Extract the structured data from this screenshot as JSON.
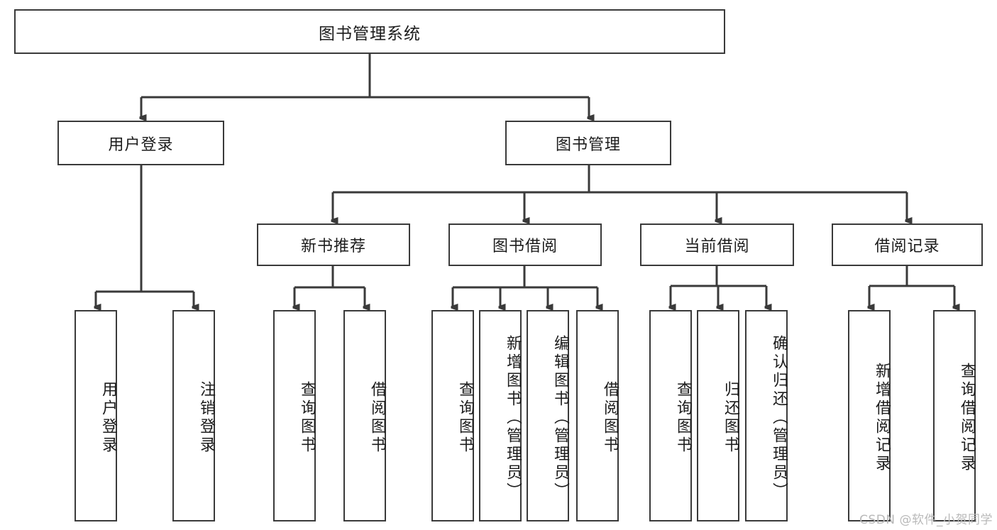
{
  "diagram": {
    "type": "tree",
    "title": "图书管理系统",
    "orientation": "top-down",
    "stroke_color": "#3a3a3a",
    "fill_color": "#ffffff",
    "text_color": "#1c1c1c"
  },
  "root": {
    "label": "图书管理系统"
  },
  "level2": [
    {
      "label": "用户登录"
    },
    {
      "label": "图书管理"
    }
  ],
  "level3": [
    {
      "label": "新书推荐"
    },
    {
      "label": "图书借阅"
    },
    {
      "label": "当前借阅"
    },
    {
      "label": "借阅记录"
    }
  ],
  "leaves": {
    "user_login": [
      {
        "label": "用户登录"
      },
      {
        "label": "注销登录"
      }
    ],
    "new_book": [
      {
        "label": "查询图书"
      },
      {
        "label": "借阅图书"
      }
    ],
    "book_borrow": [
      {
        "label": "查询图书"
      },
      {
        "label": "新增图书（管理员）"
      },
      {
        "label": "编辑图书（管理员）"
      },
      {
        "label": "借阅图书"
      }
    ],
    "current_borrow": [
      {
        "label": "查询图书"
      },
      {
        "label": "归还图书"
      },
      {
        "label": "确认归还（管理员）"
      }
    ],
    "borrow_record": [
      {
        "label": "新增借阅记录"
      },
      {
        "label": "查询借阅记录"
      }
    ]
  },
  "watermark": {
    "text": "CSDN @软件_小贺同学"
  }
}
